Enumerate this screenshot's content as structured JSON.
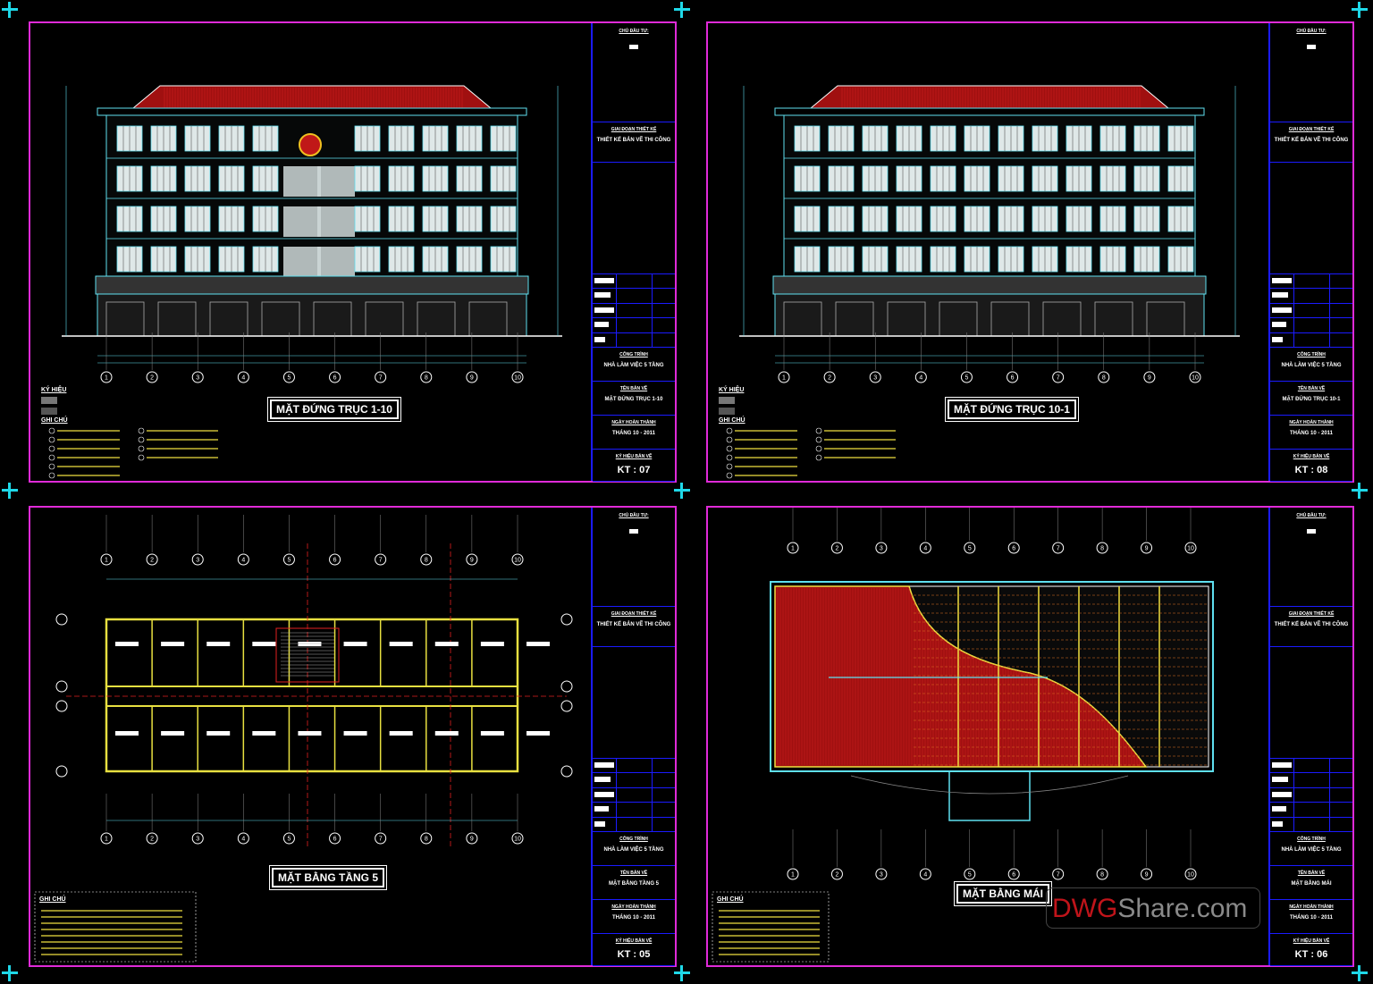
{
  "sheets": [
    {
      "type": "elevation",
      "variant": "front",
      "title": "MẶT ĐỨNG TRỤC 1-10",
      "owner_label": "CHỦ ĐẦU TƯ:",
      "stage_label": "GIAI ĐOẠN THIẾT KẾ",
      "stage": "THIẾT KẾ BẢN VẼ THI CÔNG",
      "project_label": "CÔNG TRÌNH",
      "project": "NHÀ LÀM VIỆC 5 TẦNG",
      "name_label": "TÊN BẢN VẼ",
      "name": "MẶT ĐỨNG TRỤC 1-10",
      "date_label": "NGÀY HOÀN THÀNH",
      "date": "THÁNG 10 - 2011",
      "code_label": "KÝ HIỆU BẢN VẼ",
      "code": "KT :  07",
      "legend_label": "KÝ HIỆU",
      "notes_label": "GHI CHÚ"
    },
    {
      "type": "elevation",
      "variant": "back",
      "title": "MẶT ĐỨNG TRỤC 10-1",
      "owner_label": "CHỦ ĐẦU TƯ:",
      "stage_label": "GIAI ĐOẠN THIẾT KẾ",
      "stage": "THIẾT KẾ BẢN VẼ THI CÔNG",
      "project_label": "CÔNG TRÌNH",
      "project": "NHÀ LÀM VIỆC 5 TẦNG",
      "name_label": "TÊN BẢN VẼ",
      "name": "MẶT ĐỨNG TRỤC 10-1",
      "date_label": "NGÀY HOÀN THÀNH",
      "date": "THÁNG 10 - 2011",
      "code_label": "KÝ HIỆU BẢN VẼ",
      "code": "KT :  08",
      "legend_label": "KÝ HIỆU",
      "notes_label": "GHI CHÚ"
    },
    {
      "type": "floorplan",
      "title": "MẶT BẰNG TẦNG 5",
      "owner_label": "CHỦ ĐẦU TƯ:",
      "stage_label": "GIAI ĐOẠN THIẾT KẾ",
      "stage": "THIẾT KẾ BẢN VẼ THI CÔNG",
      "project_label": "CÔNG TRÌNH",
      "project": "NHÀ LÀM VIỆC 5 TẦNG",
      "name_label": "TÊN BẢN VẼ",
      "name": "MẶT BẰNG TẦNG 5",
      "date_label": "NGÀY HOÀN THÀNH",
      "date": "THÁNG 10 - 2011",
      "code_label": "KÝ HIỆU BẢN VẼ",
      "code": "KT :  05",
      "notes_label": "GHI CHÚ"
    },
    {
      "type": "roofplan",
      "title": "MẶT BẰNG MÁI",
      "owner_label": "CHỦ ĐẦU TƯ:",
      "stage_label": "GIAI ĐOẠN THIẾT KẾ",
      "stage": "THIẾT KẾ BẢN VẼ THI CÔNG",
      "project_label": "CÔNG TRÌNH",
      "project": "NHÀ LÀM VIỆC 5 TẦNG",
      "name_label": "TÊN BẢN VẼ",
      "name": "MẶT BẰNG MÁI",
      "date_label": "NGÀY HOÀN THÀNH",
      "date": "THÁNG 10 - 2011",
      "code_label": "KÝ HIỆU BẢN VẼ",
      "code": "KT :  06",
      "notes_label": "GHI CHÚ"
    }
  ],
  "grid_axes": [
    "1",
    "2",
    "3",
    "4",
    "5",
    "6",
    "7",
    "8",
    "9",
    "10"
  ],
  "watermark": {
    "part1": "DWG",
    "part2": "Share.com"
  },
  "colors": {
    "frame": "#e02ad8",
    "title_block": "#1b1bff",
    "corner_marks": "#1fd8e8",
    "roof": "#b01010",
    "lines": "#5fe0f0",
    "walls": "#e8e040"
  }
}
